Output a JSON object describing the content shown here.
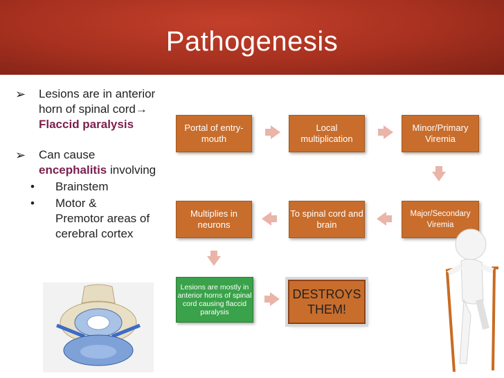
{
  "slide": {
    "title": "Pathogenesis"
  },
  "bullets": {
    "b1_line1": "Lesions are in anterior",
    "b1_line2": "horn of spinal cord",
    "b1_arrow": "→",
    "b1_line3": "Flaccid paralysis",
    "b2_line1": "Can cause",
    "b2_hl": "encephalitis",
    "b2_rest": " involving",
    "sub1": "Brainstem",
    "sub2_line1": "Motor &",
    "sub2_line2": "Premotor areas of",
    "sub2_line3": "cerebral cortex"
  },
  "flow": {
    "portal": "Portal of entry- mouth",
    "local": "Local multiplication",
    "minor": "Minor/Primary Viremia",
    "major": "Major/Secondary Viremia",
    "spinal": "To spinal cord and brain",
    "multiplies": "Multiplies in neurons",
    "lesions": "Lesions are mostly in anterior horns of spinal cord causing flaccid paralysis",
    "destroys": "DESTROYS THEM!"
  },
  "colors": {
    "header": "#a6301f",
    "box": "#c86d2c",
    "green": "#3aa24a",
    "arrow": "#eab4a8",
    "highlight": "#7b1f4e"
  },
  "icons": [
    "arrow-bullet-icon",
    "flow-arrow-icon",
    "spinal-cord-illustration",
    "person-with-crutches-illustration"
  ]
}
